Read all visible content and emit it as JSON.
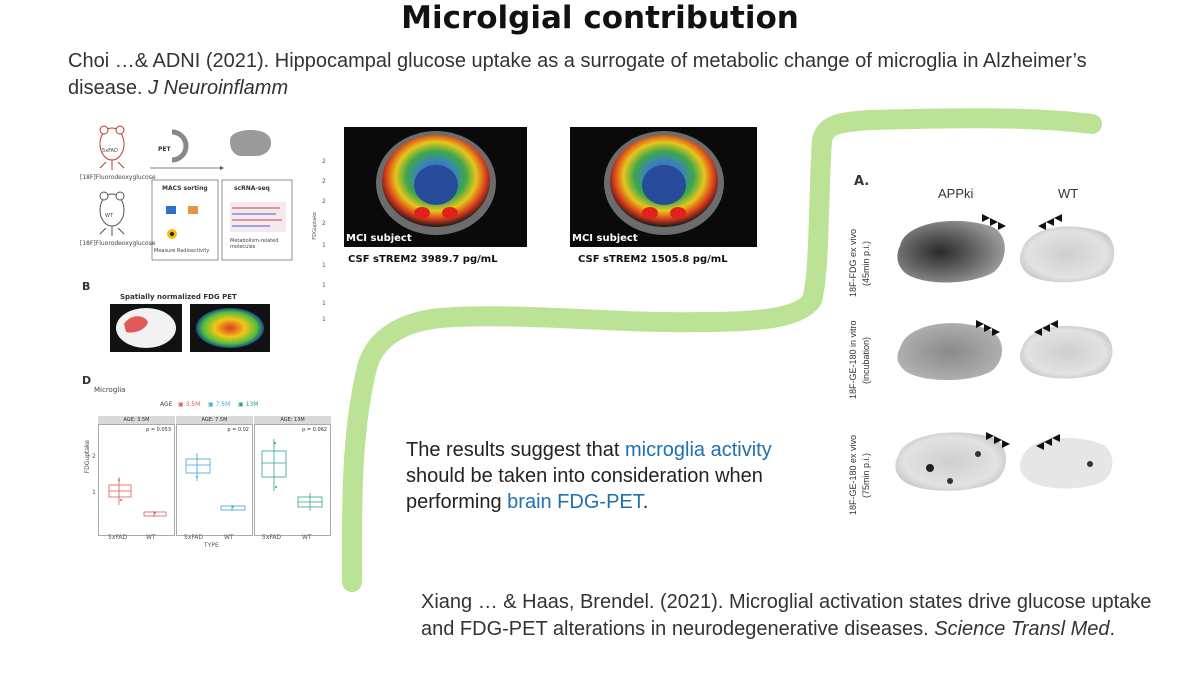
{
  "title": "Microlgial contribution",
  "citation_top": {
    "text": "Choi …& ADNI (2021). Hippocampal glucose uptake as a surrogate of metabolic change of microglia in Alzheimer’s disease. ",
    "journal": "J Neuroinflamm"
  },
  "citation_bottom": {
    "text": "Xiang … & Haas, Brendel. (2021). Microglial activation states drive glucose uptake and FDG-PET alterations in neurodegenerative diseases. ",
    "journal": "Science Transl Med",
    "end": "."
  },
  "conclusion": {
    "part1": "The results suggest that ",
    "hl1": "microglia activity",
    "part2": " should be taken into consideration when performing ",
    "hl2": "brain FDG-PET",
    "part3": "."
  },
  "panel_a": {
    "mouse1": "5xFAD",
    "mouse2": "WT",
    "tracer1": "[18F]Fluorodeoxyglucose",
    "tracer2": "[18F]Fluorodeoxyglucose",
    "pet": "PET",
    "macs": "MACS sorting",
    "scrna": "scRNA-seq",
    "measure": "Measure Radioactivity",
    "metab": "Metabolism-related molecules"
  },
  "panel_b": {
    "letter": "B",
    "title": "Spatially normalized FDG PET"
  },
  "panel_d": {
    "letter": "D",
    "subtitle": "Microglia",
    "legend_title": "AGE",
    "legend": [
      "3.5M",
      "7.5M",
      "13M"
    ],
    "facets": [
      {
        "head": "AGE: 3.5M",
        "p": "p = 0.053"
      },
      {
        "head": "AGE: 7.5M",
        "p": "p = 0.02"
      },
      {
        "head": "AGE: 13M",
        "p": "p = 0.062"
      }
    ],
    "ylabel": "FDGuptake",
    "xlabel": "TYPE",
    "x_cats": [
      "5xFAD",
      "WT"
    ],
    "yticks": [
      "2",
      "1"
    ],
    "colors": [
      "#e05a5a",
      "#3fa9d6",
      "#2ea58a"
    ]
  },
  "pet_images": [
    {
      "label": "MCI subject",
      "caption": "CSF sTREM2 3989.7 pg/mL"
    },
    {
      "label": "MCI subject",
      "caption": "CSF sTREM2 1505.8 pg/mL"
    }
  ],
  "partial_axis": {
    "label": "FDGuptake",
    "ticks": [
      "2",
      "2",
      "2",
      "2",
      "1",
      "1",
      "1",
      "1",
      "1"
    ]
  },
  "right_panel": {
    "letter": "A.",
    "col1": "APPki",
    "col2": "WT",
    "rows": [
      {
        "tracer": "18F-FDG ex vivo",
        "note": "(45min p.i.)"
      },
      {
        "tracer": "18F-GE-180 in vitro",
        "note": "(incubation)"
      },
      {
        "tracer": "18F-GE-180 ex vivo",
        "note": "(75min p.i.)"
      }
    ]
  },
  "accent_color": "#1f6fb2",
  "highlight_stroke": "#b5df8e"
}
